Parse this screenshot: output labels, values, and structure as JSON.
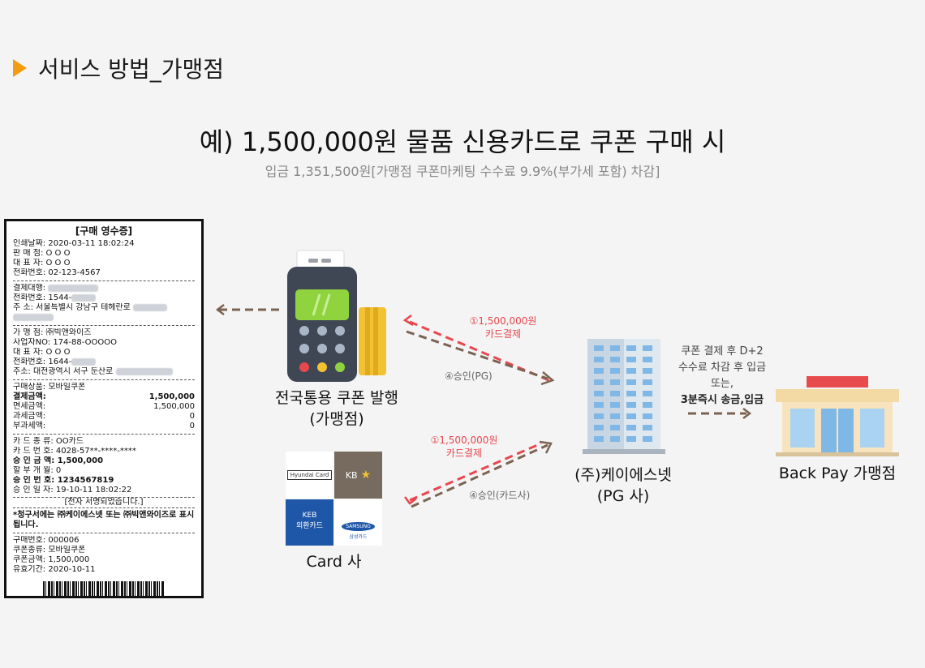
{
  "section_title": "서비스 방법_가맹점",
  "heading": "예) 1,500,000원 물품 신용카드로 쿠폰 구매 시",
  "subheading": "입금 1,351,500원[가맹점 쿠폰마케팅 수수료 9.9%(부가세 포함) 차감]",
  "receipt": {
    "title": "[구매 영수증]",
    "print_date": "인쇄날짜: 2020-03-11 18:02:24",
    "seller": "판 매 점: O O O",
    "seller_rep": "대 표 자: O O O",
    "seller_phone": "전화번호: 02-123-4567",
    "agent_label": "결제대행:",
    "agent_phone": "전화번호: 1544-",
    "agent_addr": "주    소: 서울특별시 강남구 테헤란로",
    "merchant": "가 맹 점: ㈜빅앤와이즈",
    "biz_no": "사업자NO: 174-88-OOOOO",
    "merchant_rep": "대 표 자: O O O",
    "merchant_phone": "전화번호: 1644-",
    "merchant_addr": "주소: 대전광역시 서구 둔산로",
    "product": "구매상품: 모바일쿠폰",
    "amount_label": "결제금액:",
    "amount_value": "1,500,000",
    "taxfree_label": "면세금액:",
    "taxfree_value": "1,500,000",
    "taxable_label": "과세금액:",
    "taxable_value": "0",
    "vat_label": "부과세액:",
    "vat_value": "0",
    "card_type": "카 드 종 류: OO카드",
    "card_no": "카 드 번 호: 4028-57**-****-****",
    "approved_amount": "승 인 금 액: 1,500,000",
    "installment": "할 부 개 월: 0",
    "approval_no": "승 인 번 호: 1234567819",
    "approval_date": "승 인 일 자: 19-10-11 18:02:22",
    "signed": "[전자 서명되었습니다.]",
    "notice": "*청구서에는 ㈜케이에스넷 또는 ㈜빅앤와이즈로 표시됩니다.",
    "purchase_no": "구매번호: 000006",
    "coupon_type": "쿠폰종류: 모바일쿠폰",
    "coupon_amount": "쿠폰금액: 1,500,000",
    "expiry": "유효기간: 2020-10-11"
  },
  "nodes": {
    "terminal_label": "전국통용  쿠폰  발행",
    "terminal_sub": "(가맹점)",
    "pg_label": "(주)케이에스넷",
    "pg_sub": "(PG 사)",
    "card_label": "Card 사",
    "store_label": "Back Pay 가맹점"
  },
  "cards": {
    "hyundai": "Hyundai Card",
    "kb": "KB",
    "keb_top": "KEB",
    "keb_bottom": "외환카드",
    "samsung": "SAMSUNG",
    "samsung_sub": "삼성카드"
  },
  "flows": {
    "top_payment_amount": "①1,500,000원",
    "top_payment_type": "카드결제",
    "top_approval": "④승인(PG)",
    "bottom_payment_amount": "①1,500,000원",
    "bottom_payment_type": "카드결제",
    "bottom_approval": "④승인(카드사)",
    "settle_line1": "쿠폰 결제 후 D+2",
    "settle_line2": "수수료 차감 후 입금",
    "settle_line3": "또는,",
    "settle_line4": "3분즉시 송금,입금"
  },
  "colors": {
    "accent": "#f39c12",
    "red_arrow": "#e8474f",
    "brown_arrow": "#7a6352"
  }
}
